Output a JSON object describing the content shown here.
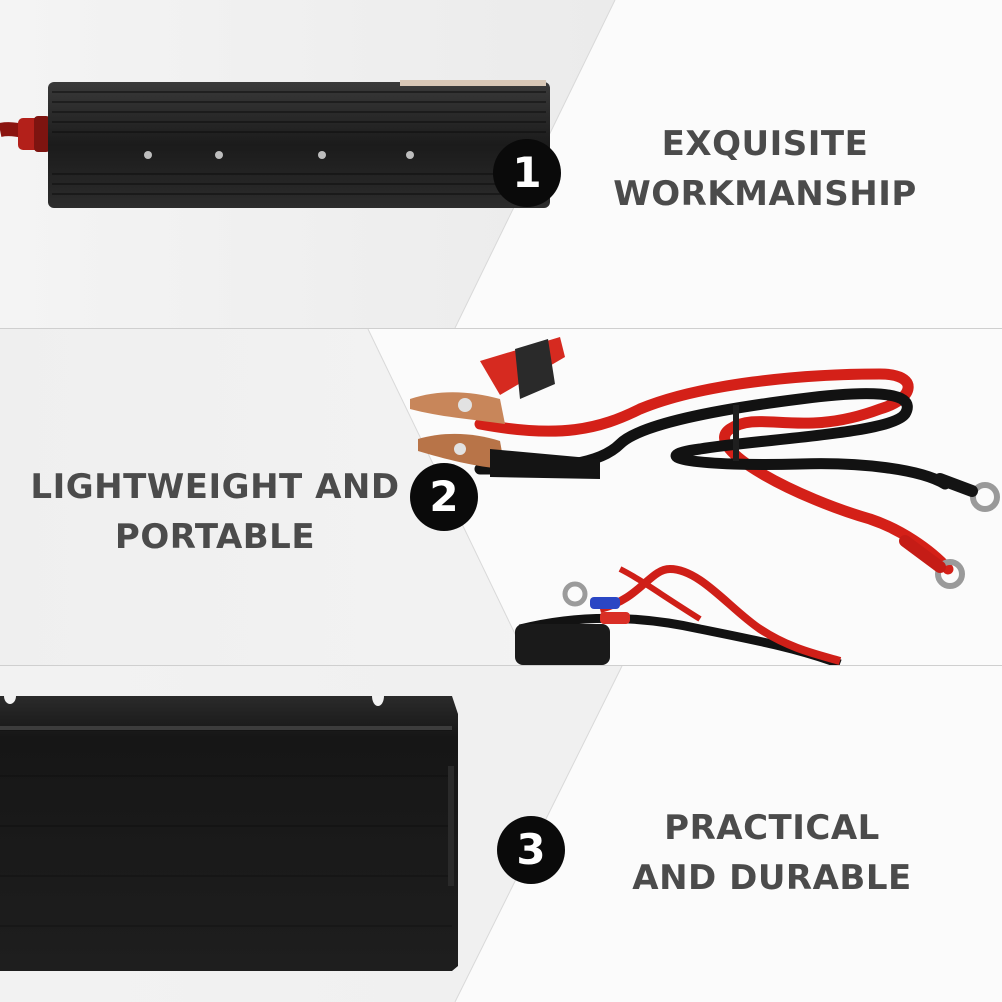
{
  "features": [
    {
      "number": "1",
      "line1": "EXQUISITE",
      "line2": "WORKMANSHIP"
    },
    {
      "number": "2",
      "line1": "LIGHTWEIGHT AND",
      "line2": "PORTABLE"
    },
    {
      "number": "3",
      "line1": "PRACTICAL",
      "line2": "AND DURABLE"
    }
  ],
  "colors": {
    "background": "#ffffff",
    "panel_shade": "#ececec",
    "caption_text": "#4b4b4b",
    "badge": "#0a0a0a",
    "inverter_body": "#1c1c1c",
    "cable_red": "#e0241c",
    "cable_black": "#151515",
    "clip_copper": "#c8865a"
  },
  "icons": [
    "inverter-image",
    "cable-clips-image",
    "inverter-case-image"
  ]
}
